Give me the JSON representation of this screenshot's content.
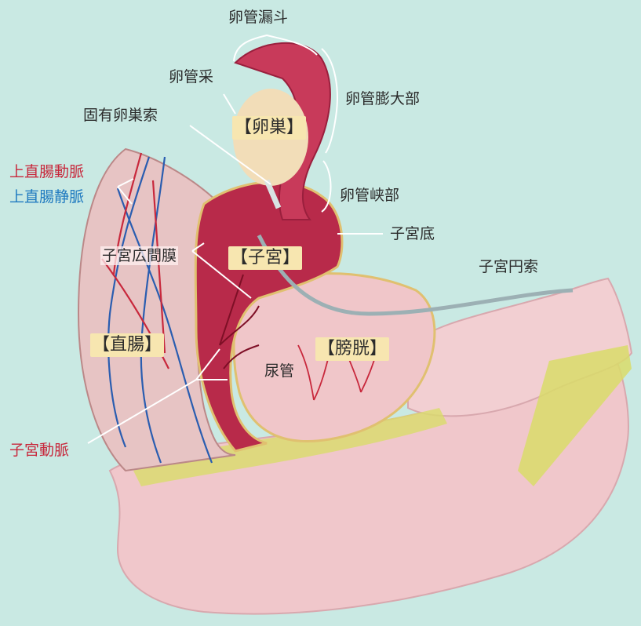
{
  "labels": {
    "infundibulum": "卵管漏斗",
    "fimbriae": "卵管采",
    "ampulla": "卵管膨大部",
    "ovarian_ligament": "固有卵巣索",
    "isthmus": "卵管峡部",
    "fundus": "子宮底",
    "round_ligament": "子宮円索",
    "broad_ligament": "子宮広間膜",
    "ureter": "尿管",
    "sup_rectal_artery": "上直腸動脈",
    "sup_rectal_vein": "上直腸静脈",
    "uterine_artery": "子宮動脈"
  },
  "organs": {
    "ovary": "【卵巣】",
    "uterus": "【子宮】",
    "rectum": "【直腸】",
    "bladder": "【膀胱】"
  },
  "colors": {
    "background": "#c9e9e3",
    "artery_label": "#c8283c",
    "vein_label": "#1f7ac0",
    "organ_label_bg": "#f7e6b0",
    "uterus": "#b82a4a",
    "pelvic_floor": "#f0c7cb"
  }
}
